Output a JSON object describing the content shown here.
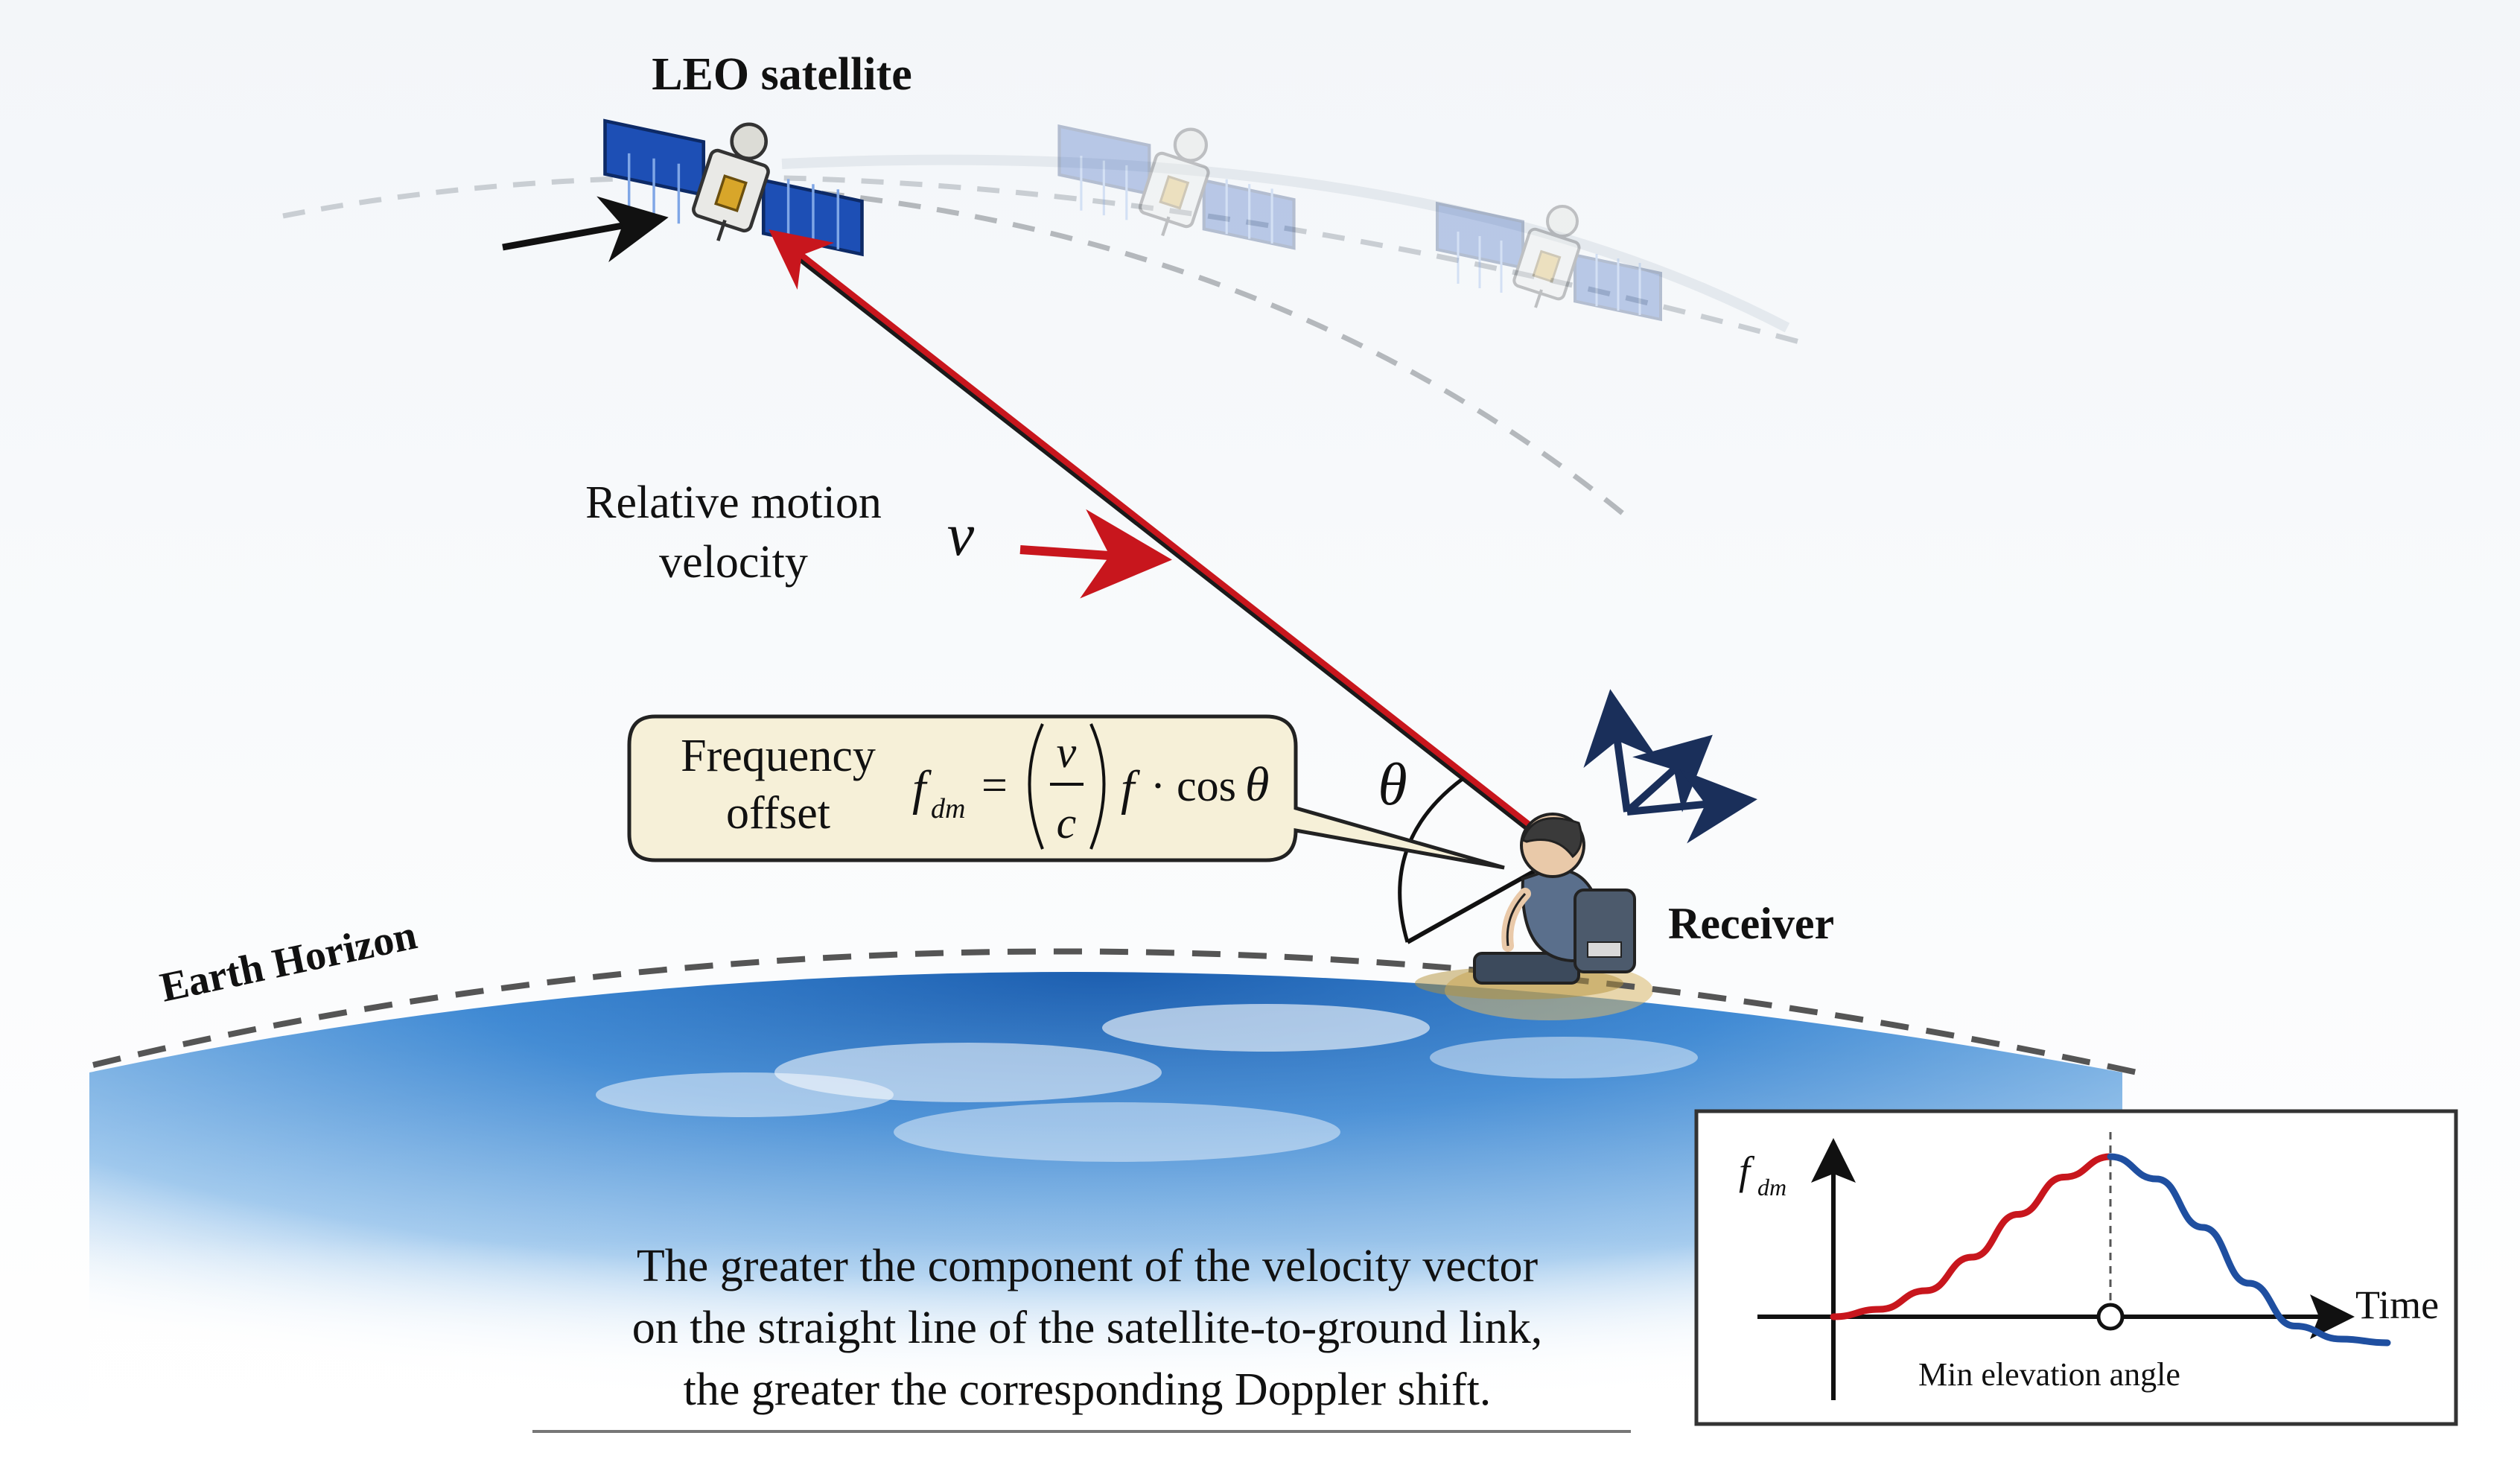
{
  "labels": {
    "satellite": "LEO satellite",
    "relative_motion_line1": "Relative motion",
    "relative_motion_line2": "velocity",
    "velocity_symbol": "v",
    "frequency_offset_line1": "Frequency",
    "frequency_offset_line2": "offset",
    "theta": "θ",
    "receiver": "Receiver",
    "earth_horizon": "Earth Horizon"
  },
  "formula": {
    "f": "f",
    "sub_dm": "dm",
    "equals": "=",
    "numerator": "v",
    "denominator": "c",
    "tail_f": "f",
    "dot_cos": "· cos",
    "theta": "θ"
  },
  "caption": {
    "line1": "The greater the component of the velocity vector",
    "line2": "on the straight line of the satellite-to-ground link,",
    "line3": "the greater the corresponding Doppler shift."
  },
  "chart_data": {
    "type": "line",
    "ylabel": "f_dm",
    "ylabel_main": "f",
    "ylabel_sub": "dm",
    "xlabel": "Time",
    "annotation": "Min elevation angle",
    "x": [
      0,
      1,
      2,
      3,
      4,
      5,
      6,
      7,
      8,
      9,
      10,
      11,
      12
    ],
    "series": [
      {
        "color": "#c8161d",
        "values": [
          0.0,
          0.04,
          0.14,
          0.32,
          0.55,
          0.75,
          0.86,
          null,
          null,
          null,
          null,
          null,
          null
        ]
      },
      {
        "color": "#1f4fa0",
        "values": [
          null,
          null,
          null,
          null,
          null,
          null,
          0.86,
          0.74,
          0.48,
          0.18,
          -0.05,
          -0.12,
          -0.14
        ]
      }
    ],
    "peak_x": 6,
    "min_elevation_x": 6
  },
  "colors": {
    "link_line": "#c8161d",
    "link_shadow": "#1a1a1a",
    "bubble_fill": "#f6f0d8",
    "panel_blue": "#2b5fb4",
    "earth_blue": "#2e73c4",
    "dashed": "#9a9a9a"
  },
  "icons": {
    "satellite": "satellite-icon",
    "receiver": "person-with-antenna-icon",
    "axes": "3d-axes-icon"
  }
}
